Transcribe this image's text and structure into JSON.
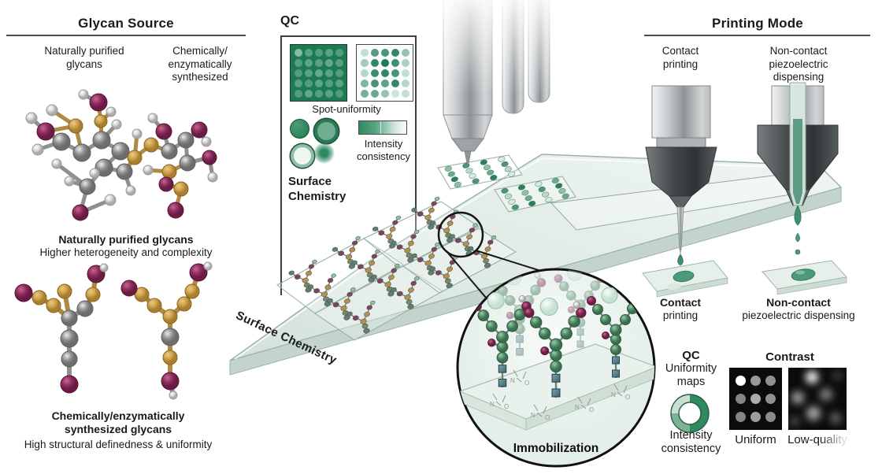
{
  "glycan_source": {
    "title": "Glycan Source",
    "natural_label": [
      "Naturally purified",
      "glycans"
    ],
    "natural_caption_title": "Naturally purified glycans",
    "natural_caption_sub": "Higher heterogeneity and complexity",
    "synthetic_label": [
      "Chemically/",
      "enzymatically",
      "synthesized"
    ],
    "synthetic_caption_title": [
      "Chemically/enzymatically",
      "synthesized glycans"
    ],
    "synthetic_caption_sub": "High structural definedness & uniformity"
  },
  "qc_panel": {
    "title": "QC",
    "spot_uniformity_label": "Spot-uniformity",
    "intensity_label": [
      "Intensity",
      "consistency"
    ],
    "surface_chemistry_label": [
      "Surface",
      "Chemistry"
    ],
    "spot_grid_dark": [
      [
        0.65,
        0.38,
        0.35,
        0.4,
        0.34
      ],
      [
        0.36,
        0.42,
        0.38,
        0.45,
        0.36
      ],
      [
        0.34,
        0.4,
        0.45,
        0.4,
        0.35
      ],
      [
        0.38,
        0.35,
        0.42,
        0.36,
        0.4
      ],
      [
        0.34,
        0.44,
        0.36,
        0.4,
        0.33
      ]
    ],
    "spot_grid_light": [
      [
        0.25,
        0.75,
        0.8,
        0.9,
        0.45
      ],
      [
        0.4,
        0.9,
        1.0,
        0.85,
        0.35
      ],
      [
        0.3,
        0.85,
        0.9,
        0.8,
        0.25
      ],
      [
        0.55,
        0.8,
        0.7,
        0.9,
        0.3
      ],
      [
        0.6,
        0.65,
        0.45,
        0.2,
        0.25
      ]
    ]
  },
  "slide": {
    "surface_chemistry_label": "Surface Chemistry",
    "immobilization_label": "Immobilization"
  },
  "printing_mode": {
    "title": "Printing Mode",
    "contact_label": [
      "Contact",
      "printing"
    ],
    "noncontact_label": [
      "Non-contact",
      "piezoelectric",
      "dispensing"
    ],
    "contact_caption_title": "Contact",
    "contact_caption_sub": "printing",
    "noncontact_caption_title": "Non-contact",
    "noncontact_caption_sub": "piezoelectric dispensing"
  },
  "qc_output": {
    "title": "QC",
    "uniformity_label": [
      "Uniformity",
      "maps"
    ],
    "intensity_label": [
      "Intensity",
      "consistency"
    ],
    "contrast_title": "Contrast",
    "uniform_label": "Uniform",
    "low_quality_label": "Low-quality",
    "uniform_dots": [
      [
        1,
        0.58,
        0.55
      ],
      [
        0.5,
        0.66,
        0.55
      ],
      [
        0.5,
        0.6,
        0.52
      ]
    ]
  },
  "colors": {
    "accent_green_dark": "#1e7a55",
    "accent_green_mid": "#4e9a7e",
    "glass_green": "#dce9e3",
    "ball_maroon": "#8e2c5e",
    "ball_gold": "#cda24f",
    "ball_gray": "#8f8f8f",
    "ink": "#1a1a1a"
  }
}
